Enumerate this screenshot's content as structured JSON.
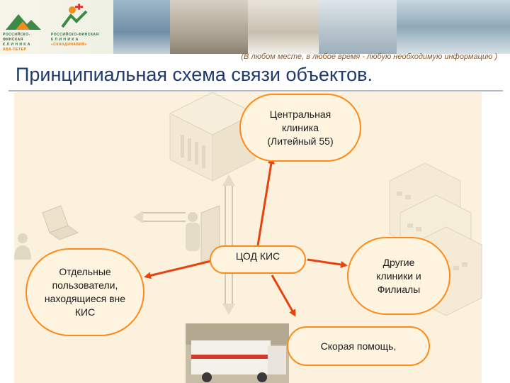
{
  "header": {
    "tagline": "(В любом месте, в любое время - любую необходимую информацию )",
    "logos": [
      {
        "lines": [
          "РОССИЙСКО-ФИНСКАЯ",
          "К Л И Н И К А",
          "АВА-ПЕТЕР"
        ]
      },
      {
        "lines": [
          "РОССИЙСКО-ФИНСКАЯ",
          "К Л И Н И К А",
          "«СКАНДИНАВИЯ»"
        ]
      }
    ]
  },
  "title": "Принципиальная схема связи объектов.",
  "nodes": {
    "central": "Центральная клиника (Литейный 55)",
    "users": "Отдельные пользователи, находящиеся вне КИС",
    "cod": "ЦОД КИС",
    "other": "Другие клиники и Филиалы",
    "ambulance": "Скорая помощь,"
  },
  "colors": {
    "accent": "#ff8a1a",
    "arrow": "#e8420f",
    "title": "#1f3a6b",
    "diagram_bg": "#fbf1dd",
    "tagline": "#8a5a2a"
  },
  "icons": [
    "clinic-building-icon",
    "office-buildings-icon",
    "laptop-icon",
    "user-silhouette-icon",
    "server-operator-icon",
    "ambulance-photo"
  ]
}
